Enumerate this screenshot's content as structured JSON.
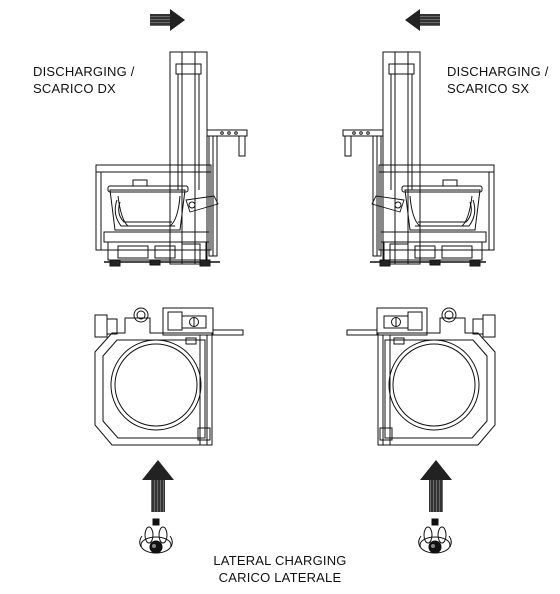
{
  "labels": {
    "left_line1": "DISCHARGING /",
    "left_line2": "SCARICO DX",
    "right_line1": "DISCHARGING /",
    "right_line2": "SCARICO SX",
    "bottom_line1": "LATERAL CHARGING",
    "bottom_line2": "CARICO LATERALE"
  },
  "colors": {
    "ink": "#111111",
    "arrow": "#222222",
    "background": "#ffffff"
  },
  "icons": {
    "top_left_arrow": "arrow-right-icon",
    "top_right_arrow": "arrow-left-icon",
    "bottom_left_arrow": "arrow-up-icon",
    "bottom_right_arrow": "arrow-up-icon",
    "operators": "operator-topview-icon"
  }
}
